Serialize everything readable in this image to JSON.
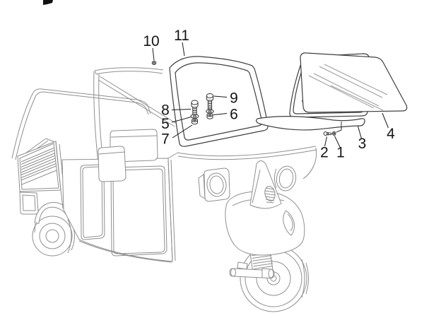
{
  "figure": {
    "background_color": "#ffffff",
    "vehicle_line_color": "#8f8f8f",
    "part_line_color": "#3f3f3f",
    "callout_text_color": "#141414"
  },
  "callouts": [
    {
      "label": "1"
    },
    {
      "label": "2"
    },
    {
      "label": "3"
    },
    {
      "label": "4"
    },
    {
      "label": "5"
    },
    {
      "label": "6"
    },
    {
      "label": "7"
    },
    {
      "label": "8"
    },
    {
      "label": "9"
    },
    {
      "label": "10"
    },
    {
      "label": "11"
    }
  ]
}
